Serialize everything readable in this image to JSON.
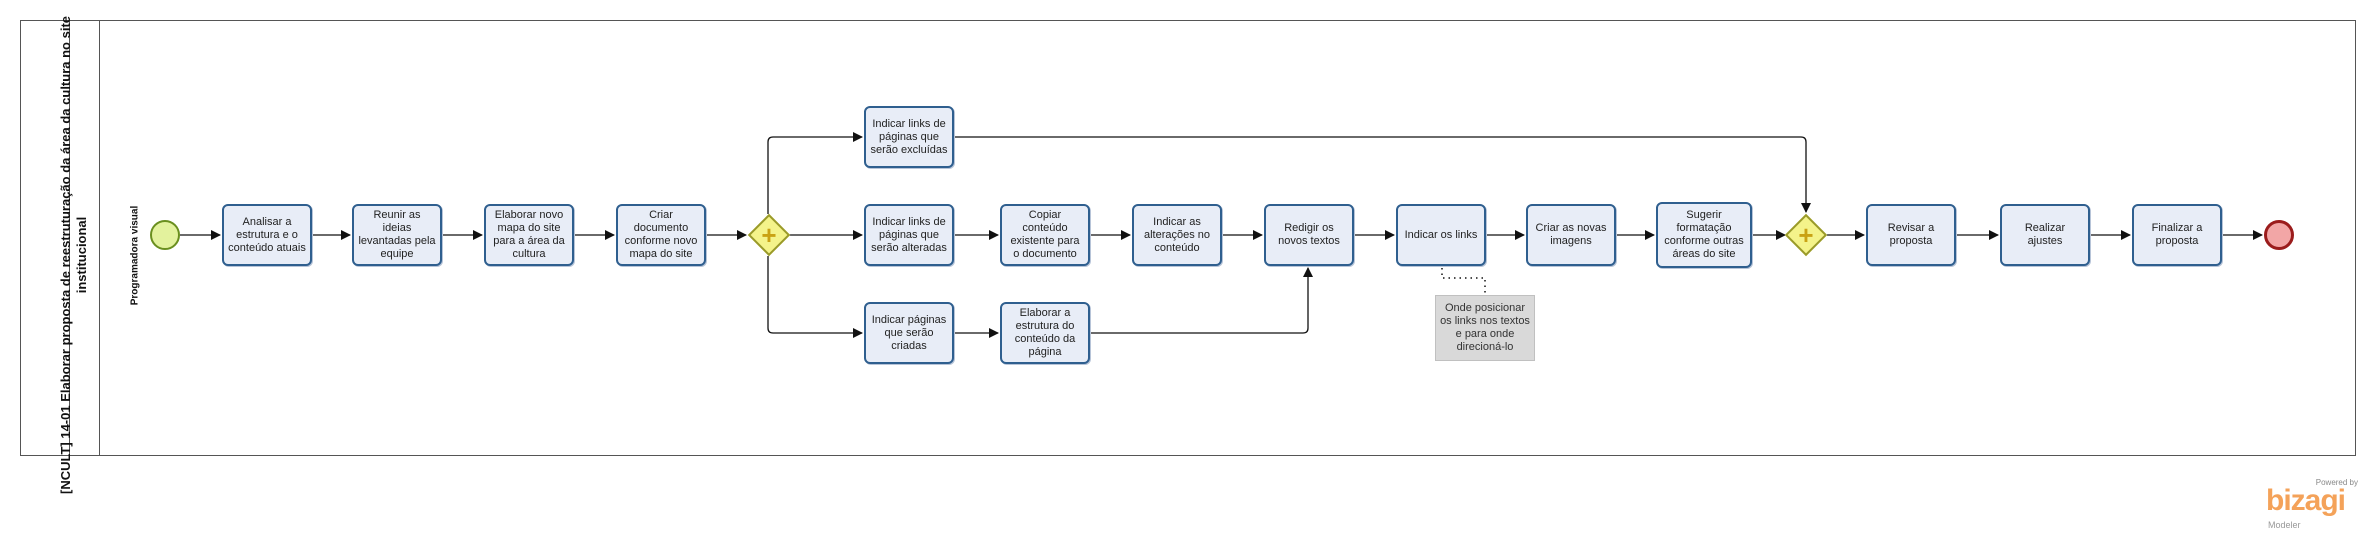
{
  "pool": {
    "title": "[NCULT] 14-01 Elaborar proposta de reestruturação da área da cultura no site institucional",
    "lane": "Programadora visual"
  },
  "tasks": {
    "analisar": "Analisar a estrutura e o conteúdo atuais",
    "reunir": "Reunir as ideias levantadas pela equipe",
    "elaborar_mapa": "Elaborar novo mapa do site para a área da cultura",
    "criar_documento": "Criar documento conforme novo mapa do site",
    "links_excluidas": "Indicar links de páginas que serão excluídas",
    "links_alteradas": "Indicar links de páginas que serão alteradas",
    "paginas_criadas": "Indicar páginas que serão criadas",
    "copiar": "Copiar conteúdo existente para o documento",
    "alteracoes": "Indicar as alterações no conteúdo",
    "elaborar_estrutura": "Elaborar a estrutura do conteúdo da página",
    "redigir": "Redigir os novos textos",
    "indicar_links": "Indicar os links",
    "criar_imagens": "Criar as novas imagens",
    "sugerir": "Sugerir formatação conforme outras áreas do site",
    "revisar": "Revisar a proposta",
    "ajustes": "Realizar ajustes",
    "finalizar": "Finalizar a proposta"
  },
  "annotation": "Onde posicionar os links nos textos e para onde direcioná-lo",
  "logo": {
    "powered": "Powered by",
    "name": "bizagi",
    "sub": "Modeler"
  },
  "colors": {
    "task_fill": "#e8edf7",
    "task_border": "#2f5f8f",
    "start_fill": "#e3f29d",
    "end_fill": "#f2a6a6",
    "gateway_fill": "#f4f38a",
    "logo": "#f4a259"
  }
}
